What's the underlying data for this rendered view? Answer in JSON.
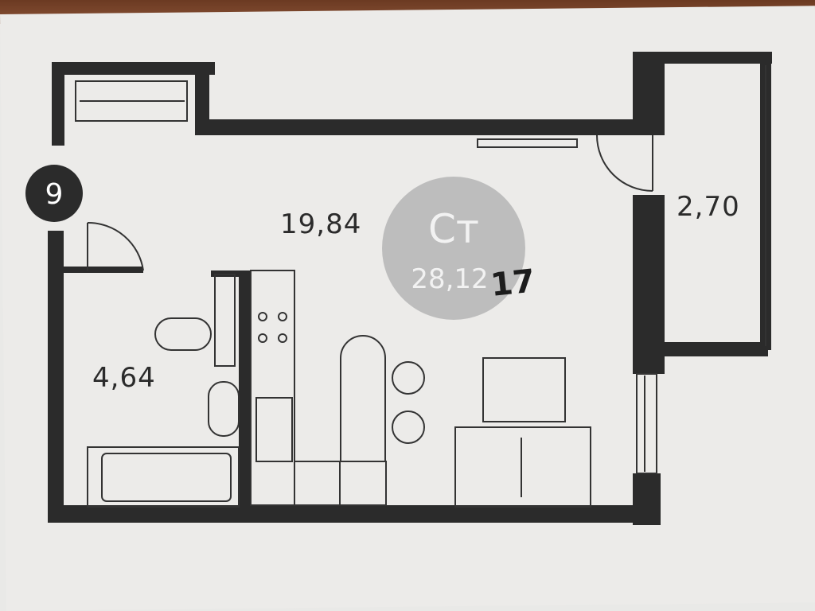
{
  "plan": {
    "entrance_number": "9",
    "apartment_type": "Ст",
    "total_area_printed": "28,12",
    "handwritten_correction": "17",
    "rooms": [
      {
        "name": "living-room",
        "area": "19,84"
      },
      {
        "name": "balcony",
        "area": "2,70"
      },
      {
        "name": "bathroom",
        "area": "4,64"
      }
    ]
  }
}
